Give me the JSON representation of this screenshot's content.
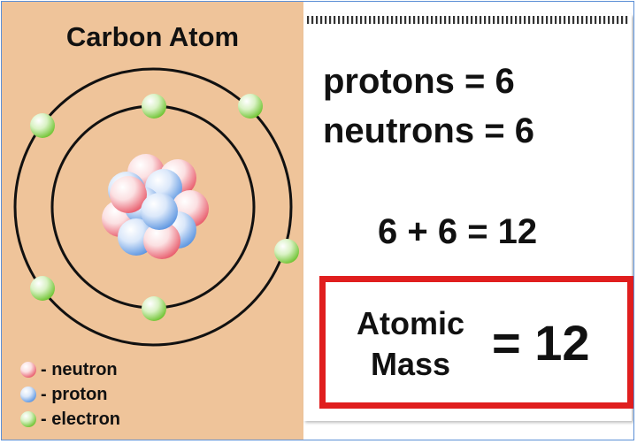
{
  "title": "Carbon Atom",
  "legend": [
    {
      "label": "- neutron",
      "particle": "neutron"
    },
    {
      "label": "- proton",
      "particle": "proton"
    },
    {
      "label": "- electron",
      "particle": "electron"
    }
  ],
  "equations": {
    "protons": "protons = 6",
    "neutrons": "neutrons = 6",
    "sum": "6 + 6 = 12"
  },
  "atomic_mass": {
    "label_line1": "Atomic",
    "label_line2": "Mass",
    "value": "= 12"
  },
  "counts": {
    "protons": 6,
    "neutrons": 6,
    "inner_shell_electrons": 2,
    "outer_shell_electrons": 4
  },
  "colors": {
    "background_left": "#efc49a",
    "neutron": "#e85a6a",
    "proton": "#5a94e0",
    "electron": "#7fcf3f",
    "highlight_border": "#e01e1e"
  }
}
